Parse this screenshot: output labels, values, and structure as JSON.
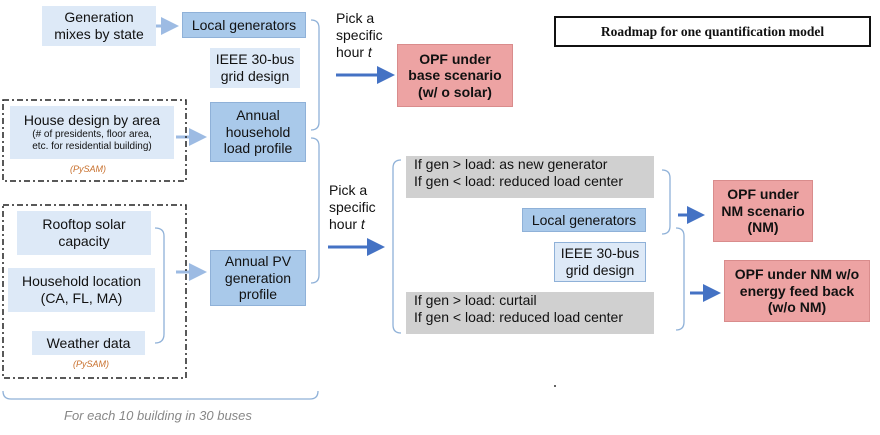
{
  "title": "Roadmap for one quantification model",
  "gen_mix": "Generation\nmixes by state",
  "local_gen_top": "Local generators",
  "ieee_top": "IEEE 30-bus\ngrid design",
  "house_design_title": "House design by area",
  "house_design_detail": "(# of presidents, floor area,\netc. for residential building)",
  "pysam": "(PySAM)",
  "annual_load": "Annual\nhousehold\nload profile",
  "rooftop": "Rooftop solar\ncapacity",
  "location": "Household location\n(CA, FL, MA)",
  "weather": "Weather data",
  "annual_pv": "Annual PV\ngeneration\nprofile",
  "pick_top_1": "Pick a",
  "pick_top_2": "specific",
  "pick_top_3": "hour ",
  "pick_t": "t",
  "pick_mid_1": "Pick a",
  "pick_mid_2": "specific",
  "pick_mid_3": "hour ",
  "opf_base": "OPF under\nbase scenario\n(w/ o solar)",
  "nm_gray_1": "If gen > load: as new generator",
  "nm_gray_2": "If gen < load: reduced load center",
  "local_gen_mid": "Local generators",
  "ieee_mid": "IEEE 30-bus\ngrid design",
  "curtail_gray_1": "If gen > load: curtail",
  "curtail_gray_2": "If gen < load: reduced load center",
  "opf_nm": "OPF under\nNM scenario\n(NM)",
  "opf_wonm": "OPF under NM w/o\nenergy feed back\n(w/o NM)",
  "footer": "For each 10 building in 30 buses",
  "colors": {
    "light_blue": "#dde9f7",
    "mid_blue": "#a9c9ea",
    "arrow_blue": "#4472c4",
    "arrow_light": "#9dbbe3",
    "red": "#eda3a3",
    "gray": "#d0d0d0",
    "pysam_orange": "#c8702d"
  }
}
